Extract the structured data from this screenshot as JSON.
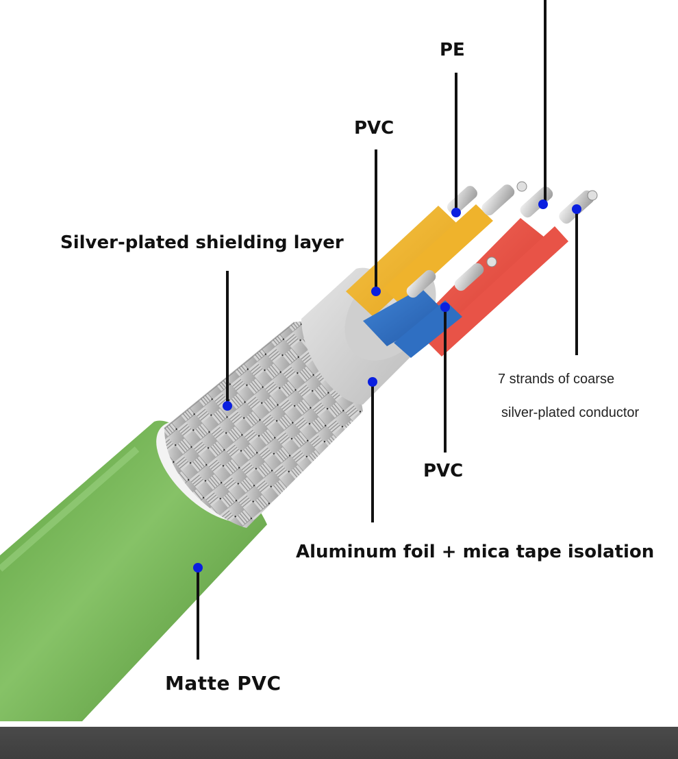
{
  "labels": {
    "pe": "PE",
    "pvc_top": "PVC",
    "silver_shield": "Silver-plated shielding layer",
    "conductor_line1": "7 strands of coarse",
    "conductor_line2": "silver-plated conductor",
    "pvc_bottom": "PVC",
    "aluminum_mica": "Aluminum foil + mica tape isolation",
    "matte_pvc": "Matte PVC"
  },
  "colors": {
    "jacket_green": "#6fb350",
    "jacket_green_light": "#8fcb72",
    "jacket_green_dark": "#4f8f33",
    "braid_silver": "#c9c9c9",
    "foil_gray": "#d4d4d4",
    "wire_yellow": "#f0b52a",
    "wire_red": "#e8473c",
    "wire_blue": "#2f6fc2",
    "dot_blue": "#0a1fe0",
    "leader_black": "#111111",
    "bottom_bar": "#444444"
  }
}
